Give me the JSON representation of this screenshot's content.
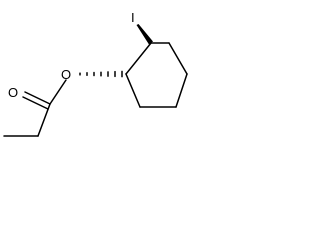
{
  "molecule": {
    "atoms": {
      "iodine": "I",
      "ester_oxygen": "O",
      "carbonyl_oxygen": "O"
    },
    "colors": {
      "bond": "#000000",
      "background": "#ffffff"
    }
  }
}
